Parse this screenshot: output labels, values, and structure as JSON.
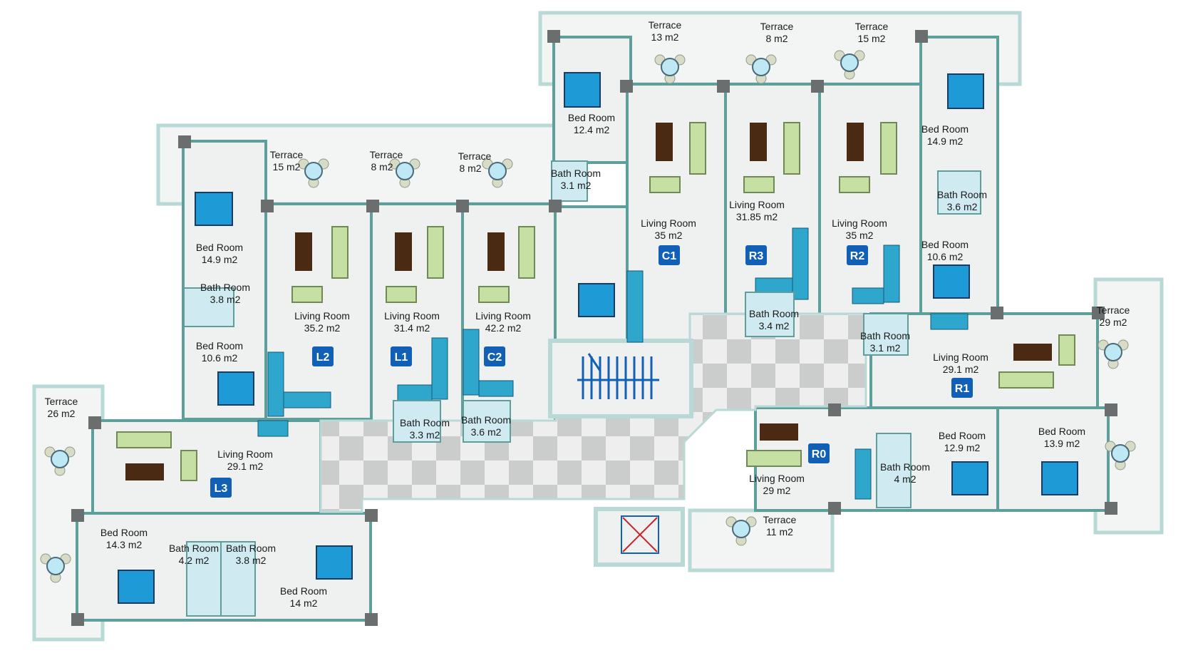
{
  "colors": {
    "outer_wall": "#b9d9d6",
    "inner_wall": "#5e9f9c",
    "floor": "#eef1f0",
    "terrace": "#f3f5f4",
    "check_a": "#c9cbcb",
    "check_b": "#eeeeee",
    "badge": "#1160b5",
    "bed_blue": "#1e9ad6",
    "kitchen": "#2fa6cc",
    "table": "#4a2a12",
    "sofa": "#c6dfa2",
    "sofa_edge": "#6f8a55",
    "pillar": "#6b6e6e",
    "bath": "#cfeaf0"
  },
  "units": {
    "L2": "L2",
    "L1": "L1",
    "C2": "C2",
    "C1": "C1",
    "R3": "R3",
    "R2": "R2",
    "R1": "R1",
    "R0": "R0",
    "L3": "L3"
  },
  "rooms": {
    "t_c1": [
      "Terrace",
      "13 m2"
    ],
    "t_r3": [
      "Terrace",
      "8 m2"
    ],
    "t_r2": [
      "Terrace",
      "15 m2"
    ],
    "t_l2": [
      "Terrace",
      "15 m2"
    ],
    "t_l1": [
      "Terrace",
      "8 m2"
    ],
    "t_c2": [
      "Terrace",
      "8 m2"
    ],
    "t_r1": [
      "Terrace",
      "29 m2"
    ],
    "t_l3": [
      "Terrace",
      "26 m2"
    ],
    "t_r0": [
      "Terrace",
      "11 m2"
    ],
    "br_c1": [
      "Bed Room",
      "12.4 m2"
    ],
    "ba_c1": [
      "Bath Room",
      "3.1 m2"
    ],
    "lr_c1": [
      "Living Room",
      "35  m2"
    ],
    "lr_r3": [
      "Living Room",
      "31.85 m2"
    ],
    "ba_r3": [
      "Bath Room",
      "3.4 m2"
    ],
    "lr_r2": [
      "Living Room",
      "35 m2"
    ],
    "br_r2a": [
      "Bed Room",
      "14.9 m2"
    ],
    "ba_r2": [
      "Bath Room",
      "3.6 m2"
    ],
    "br_r2b": [
      "Bed Room",
      "10.6 m2"
    ],
    "ba_r1": [
      "Bath Room",
      "3.1 m2"
    ],
    "lr_r1": [
      "Living Room",
      "29.1 m2"
    ],
    "br_l2a": [
      "Bed Room",
      "14.9 m2"
    ],
    "ba_l2": [
      "Bath Room",
      "3.8 m2"
    ],
    "br_l2b": [
      "Bed Room",
      "10.6 m2"
    ],
    "lr_l2": [
      "Living Room",
      "35.2  m2"
    ],
    "lr_l1": [
      "Living Room",
      "31.4  m2"
    ],
    "ba_l1": [
      "Bath Room",
      "3.3 m2"
    ],
    "lr_c2": [
      "Living Room",
      "42.2  m2"
    ],
    "ba_c2": [
      "Bath Room",
      "3.6 m2"
    ],
    "lr_l3": [
      "Living Room",
      "29.1 m2"
    ],
    "br_l3a": [
      "Bed Room",
      "14.3 m2"
    ],
    "ba_l3a": [
      "Bath Room",
      "4.2 m2"
    ],
    "ba_l3b": [
      "Bath Room",
      "3.8 m2"
    ],
    "br_l3b": [
      "Bed Room",
      "14 m2"
    ],
    "lr_r0": [
      "Living Room",
      "29 m2"
    ],
    "ba_r0": [
      "Bath Room",
      "4 m2"
    ],
    "br_r0a": [
      "Bed Room",
      "12.9 m2"
    ],
    "br_r0b": [
      "Bed Room",
      "13.9 m2"
    ]
  }
}
